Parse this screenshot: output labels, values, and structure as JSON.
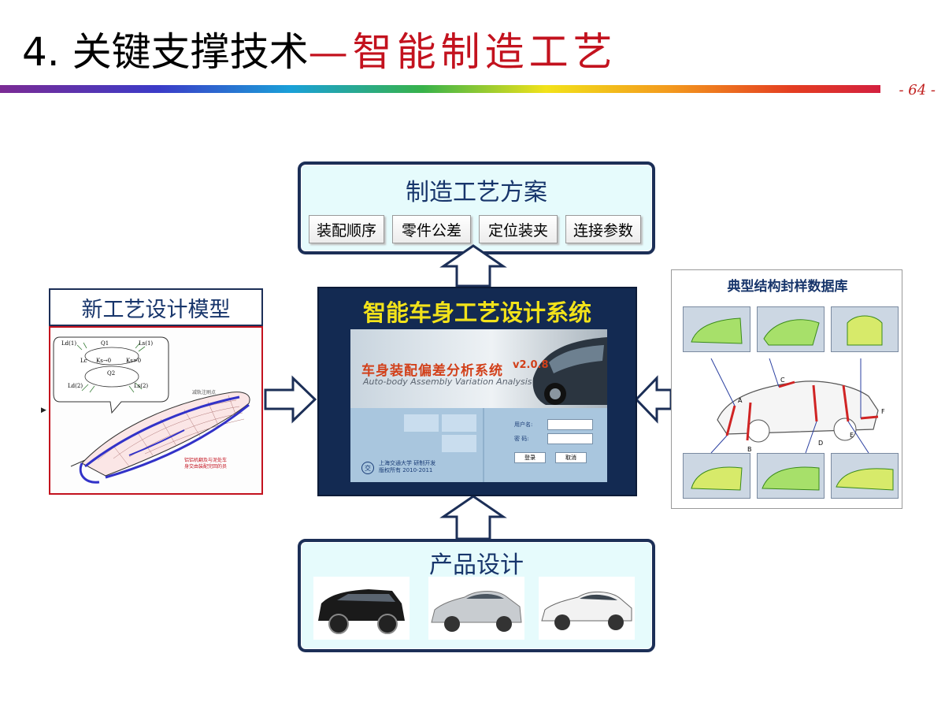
{
  "title": {
    "part1": "4. 关键支撑技术",
    "part2": "—智能制造工艺"
  },
  "page_number": "- 64 -",
  "top_panel": {
    "title": "制造工艺方案",
    "items": [
      "装配顺序",
      "零件公差",
      "定位装夹",
      "连接参数"
    ]
  },
  "center_panel": {
    "title": "智能车身工艺设计系统",
    "software": {
      "title_cn": "车身装配偏差分析系统",
      "version": "v2.0.8",
      "title_en": "Auto-body Assembly Variation Analysis",
      "user_label": "用户名:",
      "password_label": "密 码:",
      "login_button": "登录",
      "cancel_button": "取消",
      "org_line1": "上海交通大学 研制开发",
      "org_line2": "版权所有 2010-2011"
    }
  },
  "left_panel": {
    "title": "新工艺设计模型",
    "callout_labels": [
      "Ld(1)",
      "Q1",
      "Ls(1)",
      "Lc",
      "Ks→0",
      "Ks>0",
      "Q2",
      "Ld(2)",
      "Ls(2)"
    ],
    "annotation_top": "减轨注刷点",
    "annotation_bottom_1": "铝铝机翻及与泥处车",
    "annotation_bottom_2": "身交由装配完回的员"
  },
  "right_panel": {
    "title": "典型结构封样数据库",
    "point_labels": [
      "A",
      "B",
      "C",
      "D",
      "E",
      "F"
    ]
  },
  "bottom_panel": {
    "title": "产品设计",
    "cars": [
      "suv-black",
      "sedan-silver",
      "sedan-white"
    ]
  },
  "colors": {
    "title_red": "#c3121e",
    "panel_border": "#1c2f57",
    "panel_fill": "#e6fbfc",
    "center_fill": "#132a52",
    "center_title": "#f2e21a",
    "label_blue": "#17356b"
  }
}
